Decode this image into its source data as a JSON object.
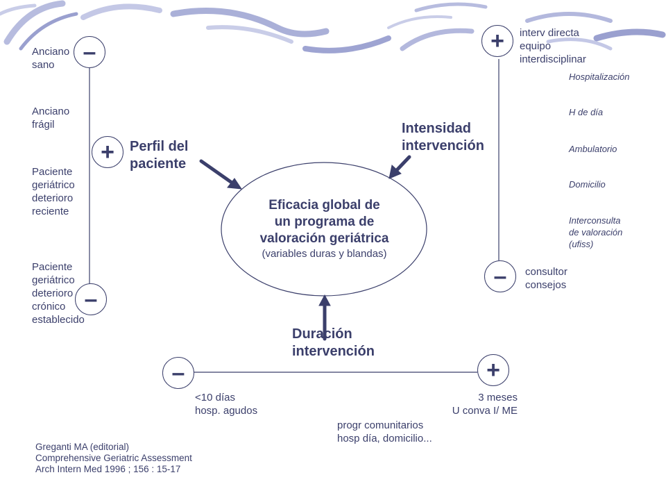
{
  "patient_axis": {
    "items": [
      "Anciano\nsano",
      "Anciano\nfrágil",
      "Paciente\ngeriátrico\ndeterioro\nreciente",
      "Paciente\ngeriátrico\ndeterioro\ncrónico\nestablecido"
    ],
    "label": "Perfil del\npaciente",
    "top_sign": "–",
    "middle_sign": "+",
    "bottom_sign": "–"
  },
  "intensity_axis": {
    "label": "Intensidad\nintervención",
    "top_sign": "+",
    "bottom_sign": "–",
    "top_text": "interv directa\nequipo\ninterdisciplinar",
    "bottom_text": "consultor\nconsejos",
    "levels": [
      "Hospitalización",
      "H de día",
      "Ambulatorio",
      "Domicilio",
      "Interconsulta\nde valoración\n(ufiss)"
    ]
  },
  "center": {
    "title": "Eficacia global de\nun programa de\nvaloración geriátrica",
    "subtitle": "(variables duras y blandas)"
  },
  "duration_axis": {
    "label": "Duración\nintervención",
    "left_sign": "–",
    "right_sign": "+",
    "left_text": "<10 días\nhosp. agudos",
    "right_text": "3 meses\nU conva I/ ME",
    "bottom_text": "progr comunitarios\nhosp día, domicilio..."
  },
  "reference": "Greganti MA (editorial)\nComprehensive Geriatric Assessment\nArch Intern Med 1996 ; 156 : 15-17",
  "colors": {
    "text": "#3b3f6b",
    "brush": "#aab0d8",
    "background": "#ffffff"
  }
}
